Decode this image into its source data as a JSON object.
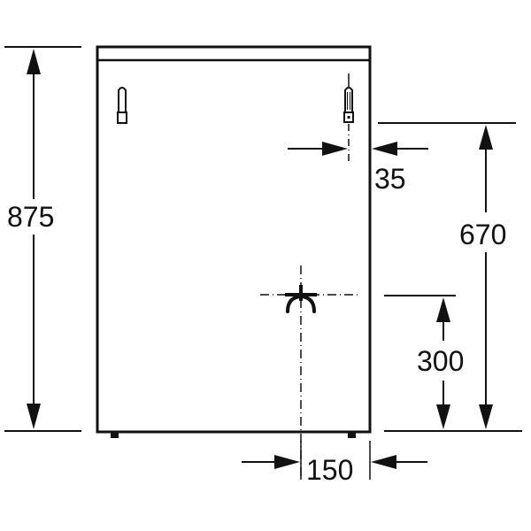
{
  "diagram": {
    "type": "technical-installation-drawing",
    "subject": "appliance-front-view",
    "units": "mm",
    "colors": {
      "line": "#111111",
      "background": "#ffffff"
    }
  },
  "dimensions": {
    "overall_height": {
      "label": "875"
    },
    "water_connection_height": {
      "label": "670"
    },
    "drain_height": {
      "label": "300"
    },
    "water_connection_offset": {
      "label": "35"
    },
    "drain_offset": {
      "label": "150"
    }
  },
  "components": {
    "left_hose_connector": "hose-connector-icon",
    "right_water_inlet": "water-inlet-valve-icon",
    "drain_outlet": "drain-arc-icon",
    "feet": [
      "foot-left",
      "foot-right"
    ]
  }
}
